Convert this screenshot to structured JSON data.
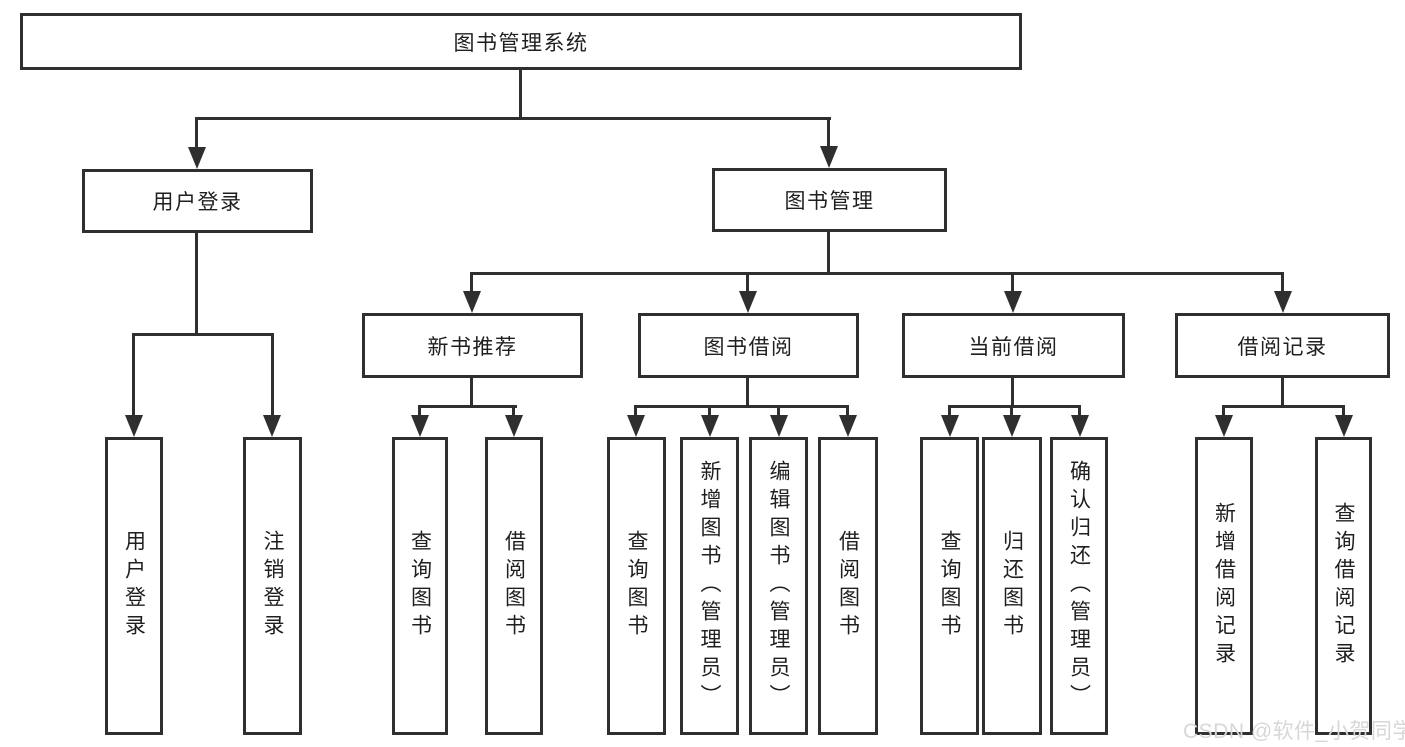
{
  "tree": {
    "root": {
      "label": "图书管理系统",
      "children": [
        {
          "label": "用户登录",
          "children": [
            {
              "label": "用户登录"
            },
            {
              "label": "注销登录"
            }
          ]
        },
        {
          "label": "图书管理",
          "children": [
            {
              "label": "新书推荐",
              "children": [
                {
                  "label": "查询图书"
                },
                {
                  "label": "借阅图书"
                }
              ]
            },
            {
              "label": "图书借阅",
              "children": [
                {
                  "label": "查询图书"
                },
                {
                  "label": "新增图书（管理员）"
                },
                {
                  "label": "编辑图书（管理员）"
                },
                {
                  "label": "借阅图书"
                }
              ]
            },
            {
              "label": "当前借阅",
              "children": [
                {
                  "label": "查询图书"
                },
                {
                  "label": "归还图书"
                },
                {
                  "label": "确认归还（管理员）"
                }
              ]
            },
            {
              "label": "借阅记录",
              "children": [
                {
                  "label": "新增借阅记录"
                },
                {
                  "label": "查询借阅记录"
                }
              ]
            }
          ]
        }
      ]
    }
  },
  "watermark": {
    "text": "CSDN @软件_小贺同学"
  },
  "colors": {
    "line": "#2f2f2f",
    "text": "#1f1f1f",
    "watermark": "#d7d7d7",
    "background": "#ffffff"
  }
}
